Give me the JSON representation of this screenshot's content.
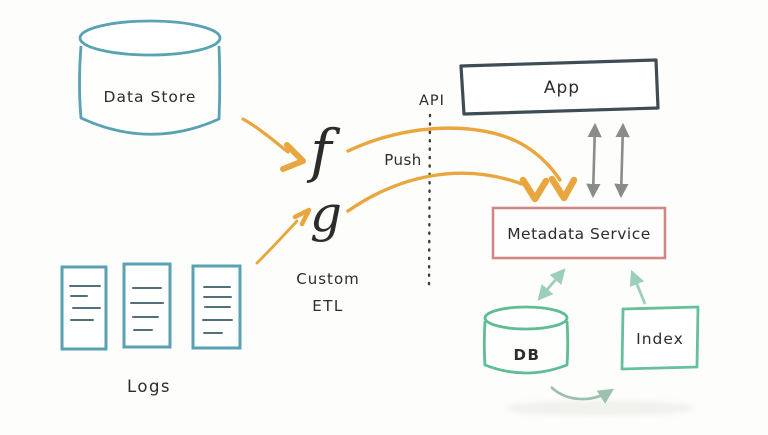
{
  "diagram": {
    "nodes": {
      "data_store": {
        "label": "Data Store",
        "shape": "cylinder",
        "color": "#58a2b4"
      },
      "logs": {
        "label": "Logs",
        "shape": "documents",
        "count": 3,
        "color": "#58a2b4"
      },
      "etl": {
        "label_line1": "Custom",
        "label_line2": "ETL",
        "f_symbol": "f",
        "g_symbol": "g"
      },
      "api_boundary": {
        "label": "API",
        "style": "dotted-vertical-line"
      },
      "push": {
        "label": "Push"
      },
      "app": {
        "label": "App",
        "shape": "rect",
        "color": "#3e4c55"
      },
      "metadata_service": {
        "label": "Metadata Service",
        "shape": "rect",
        "color": "#d28787"
      },
      "db": {
        "label": "DB",
        "shape": "cylinder",
        "color": "#5fbd94"
      },
      "index": {
        "label": "Index",
        "shape": "rect",
        "color": "#66c09a"
      }
    },
    "edges": [
      {
        "from": "data_store",
        "to": "etl.f",
        "style": "arrow",
        "color": "#e9a63e"
      },
      {
        "from": "logs",
        "to": "etl.g",
        "style": "arrow",
        "color": "#e9a63e"
      },
      {
        "from": "etl.f",
        "to": "metadata_service",
        "style": "curved-arrow",
        "label": "Push",
        "crosses": "API",
        "color": "#e9a63e"
      },
      {
        "from": "etl.g",
        "to": "metadata_service",
        "style": "curved-arrow",
        "crosses": "API",
        "color": "#e9a63e"
      },
      {
        "from": "app",
        "to": "metadata_service",
        "style": "double-headed-arrow",
        "count": 2,
        "color": "#8b8b8b"
      },
      {
        "from": "metadata_service",
        "to": "db",
        "style": "double-headed-arrow",
        "color": "#9ccfba"
      },
      {
        "from": "index",
        "to": "metadata_service",
        "style": "arrow",
        "color": "#9ccfba"
      },
      {
        "from": "db",
        "to": "index",
        "style": "curved-arrow",
        "color": "#9cc0ae"
      }
    ],
    "colors": {
      "ink": "#2c2c2c",
      "teal": "#58a2b4",
      "doc_line": "#52707e",
      "orange": "#e9a63e",
      "mauve_f": "#a27aa4",
      "mauve_g": "#b386af",
      "slate": "#3e4c55",
      "gray_arrow": "#8b8b8b",
      "red_box": "#d28787",
      "green": "#5fbd94",
      "green_box": "#66c09a",
      "green_arrow": "#9ccfba",
      "green_arrow_dim": "#9cc0ae",
      "dotted_line": "#3c3c3c"
    }
  }
}
